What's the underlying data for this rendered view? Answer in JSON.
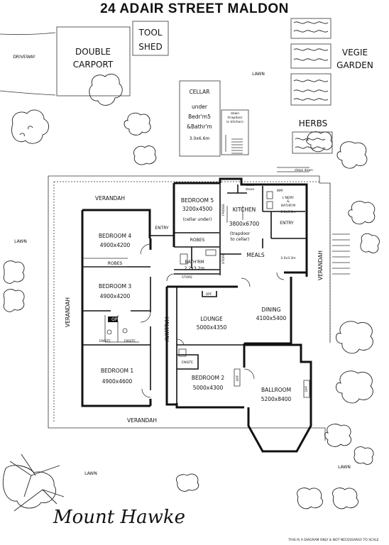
{
  "title": "24 ADAIR STREET MALDON",
  "outbuildings": {
    "driveway": "DRIVEWAY",
    "carport": [
      "DOUBLE",
      "CARPORT"
    ],
    "toolshed": [
      "TOOL",
      "SHED"
    ],
    "vegie": [
      "VEGIE",
      "GARDEN"
    ],
    "herbs": "HERBS",
    "lawn_top": "LAWN",
    "cellar": [
      "CELLAR",
      "under",
      "Bedr'm5",
      "&Bathr'm"
    ],
    "cellar_size": "3.0x6.6m",
    "down_note": [
      "down",
      "(trapdoor",
      "in kitchen)"
    ],
    "steps_down": "steps down"
  },
  "verandahs": {
    "top": "VERANDAH",
    "left": "VERANDAH",
    "right": "VERANDAH",
    "bottom": "VERANDAH"
  },
  "lawns": {
    "left": "LAWN",
    "bottom": "LAWN",
    "bottom_right": "LAWN"
  },
  "rooms": {
    "bedroom4": {
      "name": "BEDROOM 4",
      "size": "4900x4200"
    },
    "robes_b4": "ROBES",
    "bedroom3": {
      "name": "BEDROOM 3",
      "size": "4900x4200"
    },
    "bedroom1": {
      "name": "BEDROOM 1",
      "size": "4900x4600"
    },
    "ensite_a": "ENSITE",
    "ensite_b": "ENSITE",
    "opf_left": "OPF",
    "entry_left": "ENTRY",
    "hallway": "HALLWAY",
    "bedroom5": {
      "name": "BEDROOM 5",
      "size": "3200x4500",
      "note": "(cellar under)"
    },
    "robes_b5": "ROBES",
    "bathroom": {
      "name": "BATH'RM",
      "size": "2.2x3.2m"
    },
    "store_a": "STORE",
    "store_b": "STORE",
    "kitchen": {
      "name": "KITCHEN",
      "size": "3800x6700",
      "note": [
        "(trapdoor",
        "to cellar)"
      ]
    },
    "fridge": "FRIDGE",
    "wood_stove": [
      "wood",
      "stove"
    ],
    "wm": "WM",
    "laundry": {
      "name": [
        "L'NDRY",
        "&",
        "BATHR'M"
      ],
      "size": "2.0x3.3m"
    },
    "entry_right": {
      "name": "ENTRY",
      "size": "2.0x3.3m"
    },
    "meals": "MEALS",
    "lounge": {
      "name": "LOUNGE",
      "size": "5000x4350"
    },
    "opf_lounge": "OPF",
    "dining": {
      "name": "DINING",
      "size": "4100x5400"
    },
    "ensite_b2": "ENSITE",
    "bedroom2": {
      "name": "BEDROOM 2",
      "size": "5000x4300"
    },
    "opf_b2": "OPF",
    "ballroom": {
      "name": "BALLROOM",
      "size": "5200x8400"
    },
    "opf_ballroom": "OPF"
  },
  "logo": "Mount Hawke",
  "disclaimer": "THIS IS A DIAGRAM ONLY & NOT NECESSARILY TO SCALE"
}
